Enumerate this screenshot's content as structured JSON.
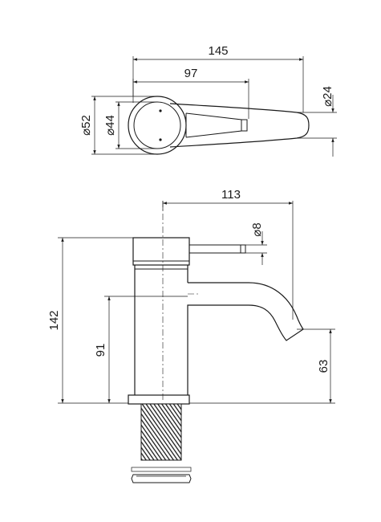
{
  "labels": {
    "top_width": "145",
    "lever_length": "97",
    "body_diameter": "52",
    "body_inner_diameter": "44",
    "lever_diameter": "24",
    "spout_reach": "113",
    "handle_diameter": "8",
    "total_height": "142",
    "body_height": "91",
    "spout_height": "63"
  },
  "diameter_symbol": "⌀"
}
